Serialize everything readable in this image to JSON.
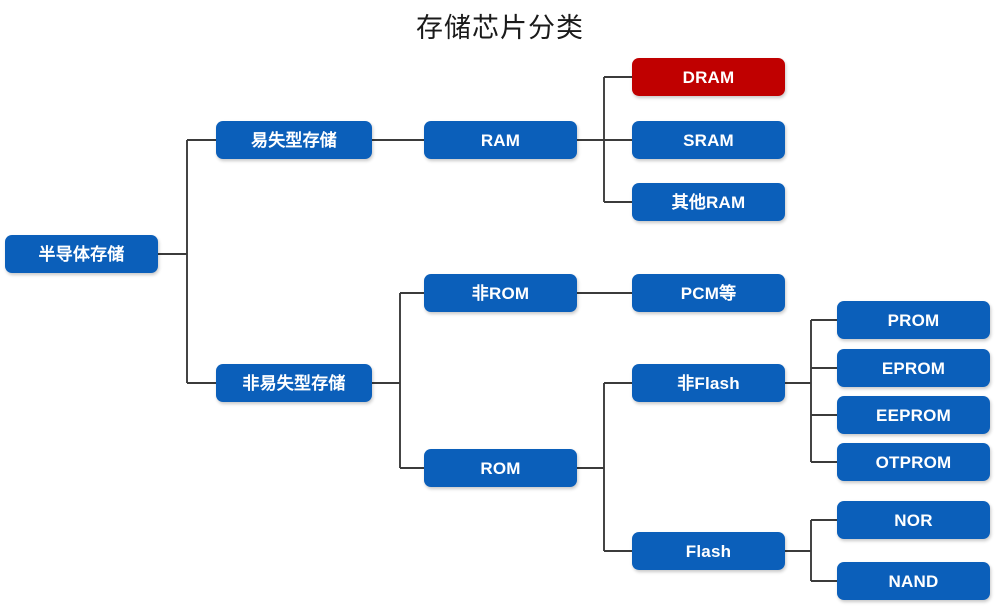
{
  "title": "存储芯片分类",
  "colors": {
    "node_blue": "#0B5FBA",
    "node_red": "#C00000",
    "connector": "#3B3B3B",
    "text": "#FFFFFF",
    "background": "#FFFFFF"
  },
  "diagram": {
    "type": "tree",
    "orientation": "left-to-right",
    "nodes": {
      "root": {
        "label": "半导体存储",
        "level": 0
      },
      "volatile": {
        "label": "易失型存储",
        "level": 1
      },
      "nonvolatile": {
        "label": "非易失型存储",
        "level": 1
      },
      "ram": {
        "label": "RAM",
        "level": 2
      },
      "non_rom": {
        "label": "非ROM",
        "level": 2
      },
      "rom": {
        "label": "ROM",
        "level": 2
      },
      "dram": {
        "label": "DRAM",
        "level": 3,
        "highlight": true
      },
      "sram": {
        "label": "SRAM",
        "level": 3
      },
      "other_ram": {
        "label": "其他RAM",
        "level": 3
      },
      "pcm": {
        "label": "PCM等",
        "level": 3
      },
      "non_flash": {
        "label": "非Flash",
        "level": 3
      },
      "flash": {
        "label": "Flash",
        "level": 3
      },
      "prom": {
        "label": "PROM",
        "level": 4
      },
      "eprom": {
        "label": "EPROM",
        "level": 4
      },
      "eeprom": {
        "label": "EEPROM",
        "level": 4
      },
      "otprom": {
        "label": "OTPROM",
        "level": 4
      },
      "nor": {
        "label": "NOR",
        "level": 4
      },
      "nand": {
        "label": "NAND",
        "level": 4
      }
    },
    "edges": [
      {
        "from": "root",
        "to": "volatile"
      },
      {
        "from": "root",
        "to": "nonvolatile"
      },
      {
        "from": "volatile",
        "to": "ram"
      },
      {
        "from": "nonvolatile",
        "to": "non_rom"
      },
      {
        "from": "nonvolatile",
        "to": "rom"
      },
      {
        "from": "ram",
        "to": "dram"
      },
      {
        "from": "ram",
        "to": "sram"
      },
      {
        "from": "ram",
        "to": "other_ram"
      },
      {
        "from": "non_rom",
        "to": "pcm"
      },
      {
        "from": "rom",
        "to": "non_flash"
      },
      {
        "from": "rom",
        "to": "flash"
      },
      {
        "from": "non_flash",
        "to": "prom"
      },
      {
        "from": "non_flash",
        "to": "eprom"
      },
      {
        "from": "non_flash",
        "to": "eeprom"
      },
      {
        "from": "non_flash",
        "to": "otprom"
      },
      {
        "from": "flash",
        "to": "nor"
      },
      {
        "from": "flash",
        "to": "nand"
      }
    ]
  }
}
